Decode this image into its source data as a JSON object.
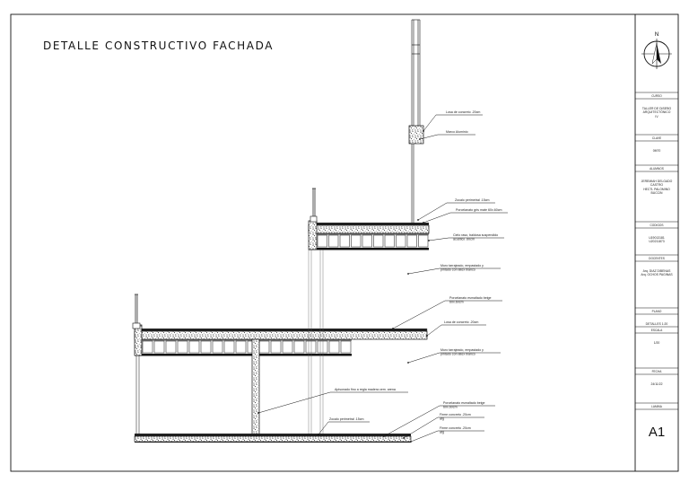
{
  "title": "DETALLE CONSTRUCTIVO FACHADA",
  "north_label": "N",
  "title_block": {
    "sections": [
      {
        "key": "curso",
        "heading": "CURSO",
        "lines": [
          "TALLER DE DISEÑO",
          "ARQUITECTÓNICO",
          "IV"
        ]
      },
      {
        "key": "clave",
        "heading": "CLAVE",
        "lines": [
          "0M70"
        ]
      },
      {
        "key": "alumnos",
        "heading": "ALUMNOS",
        "lines": [
          "JEREMIAH DELGADO",
          "CASTRO",
          "HECTL PALOMINO",
          "BUCCIN"
        ]
      },
      {
        "key": "codigos",
        "heading": "CODIGOS",
        "lines": [
          "U19013181",
          "U20211873"
        ]
      },
      {
        "key": "docentes",
        "heading": "DOCENTES",
        "lines": [
          "Arq. DIAZ DIBENAS",
          "Arq. OCHOS PAGINAS"
        ]
      },
      {
        "key": "plano",
        "heading": "PLANO",
        "lines": [
          "DETALLES 1:20"
        ]
      },
      {
        "key": "escala",
        "heading": "ESCALA",
        "lines": [
          "1/20"
        ]
      },
      {
        "key": "fecha",
        "heading": "FECHA",
        "lines": [
          "24/11/22"
        ]
      },
      {
        "key": "lamina",
        "heading": "LAMINA",
        "lines": [
          "A1"
        ]
      }
    ]
  },
  "annotations": [
    {
      "key": "losa-top",
      "lines": [
        "Losa de concreto .20cm"
      ]
    },
    {
      "key": "marco",
      "lines": [
        "Marco Aluminio"
      ]
    },
    {
      "key": "zocalo-top",
      "lines": [
        "Zocalo perimetral .15cm"
      ]
    },
    {
      "key": "porcelanato-top",
      "lines": [
        "Porcelanato gris mate 60x.60cm"
      ]
    },
    {
      "key": "cielo-raso",
      "lines": [
        "Cielo raso, baldosa suspendido",
        "acustico .60cm"
      ]
    },
    {
      "key": "muro-1",
      "lines": [
        "Muro tarrajeado, empastado y",
        "pintado con latex blanco"
      ]
    },
    {
      "key": "porcelanato-mid",
      "lines": [
        "Porcelanato esmaltado beige",
        "60x.60cm"
      ]
    },
    {
      "key": "losa-mid",
      "lines": [
        "Losa de concreto .20cm"
      ]
    },
    {
      "key": "muro-2",
      "lines": [
        "Muro tarrajeado, empastado y",
        "pintado con latex blanco"
      ]
    },
    {
      "key": "apisonado",
      "lines": [
        "Apisonado fino a regla madera cem. arena"
      ]
    },
    {
      "key": "zocalo-bottom",
      "lines": [
        "Zocalo perimetral .15cm"
      ]
    },
    {
      "key": "porcelanato-bottom",
      "lines": [
        "Porcelanato esmaltado beige",
        "60x.60cm"
      ]
    },
    {
      "key": "firme-1",
      "lines": [
        "Firme concreto .20cm",
        "atg"
      ]
    },
    {
      "key": "firme-2",
      "lines": [
        "Firme concreto .20cm",
        "atg"
      ]
    }
  ]
}
